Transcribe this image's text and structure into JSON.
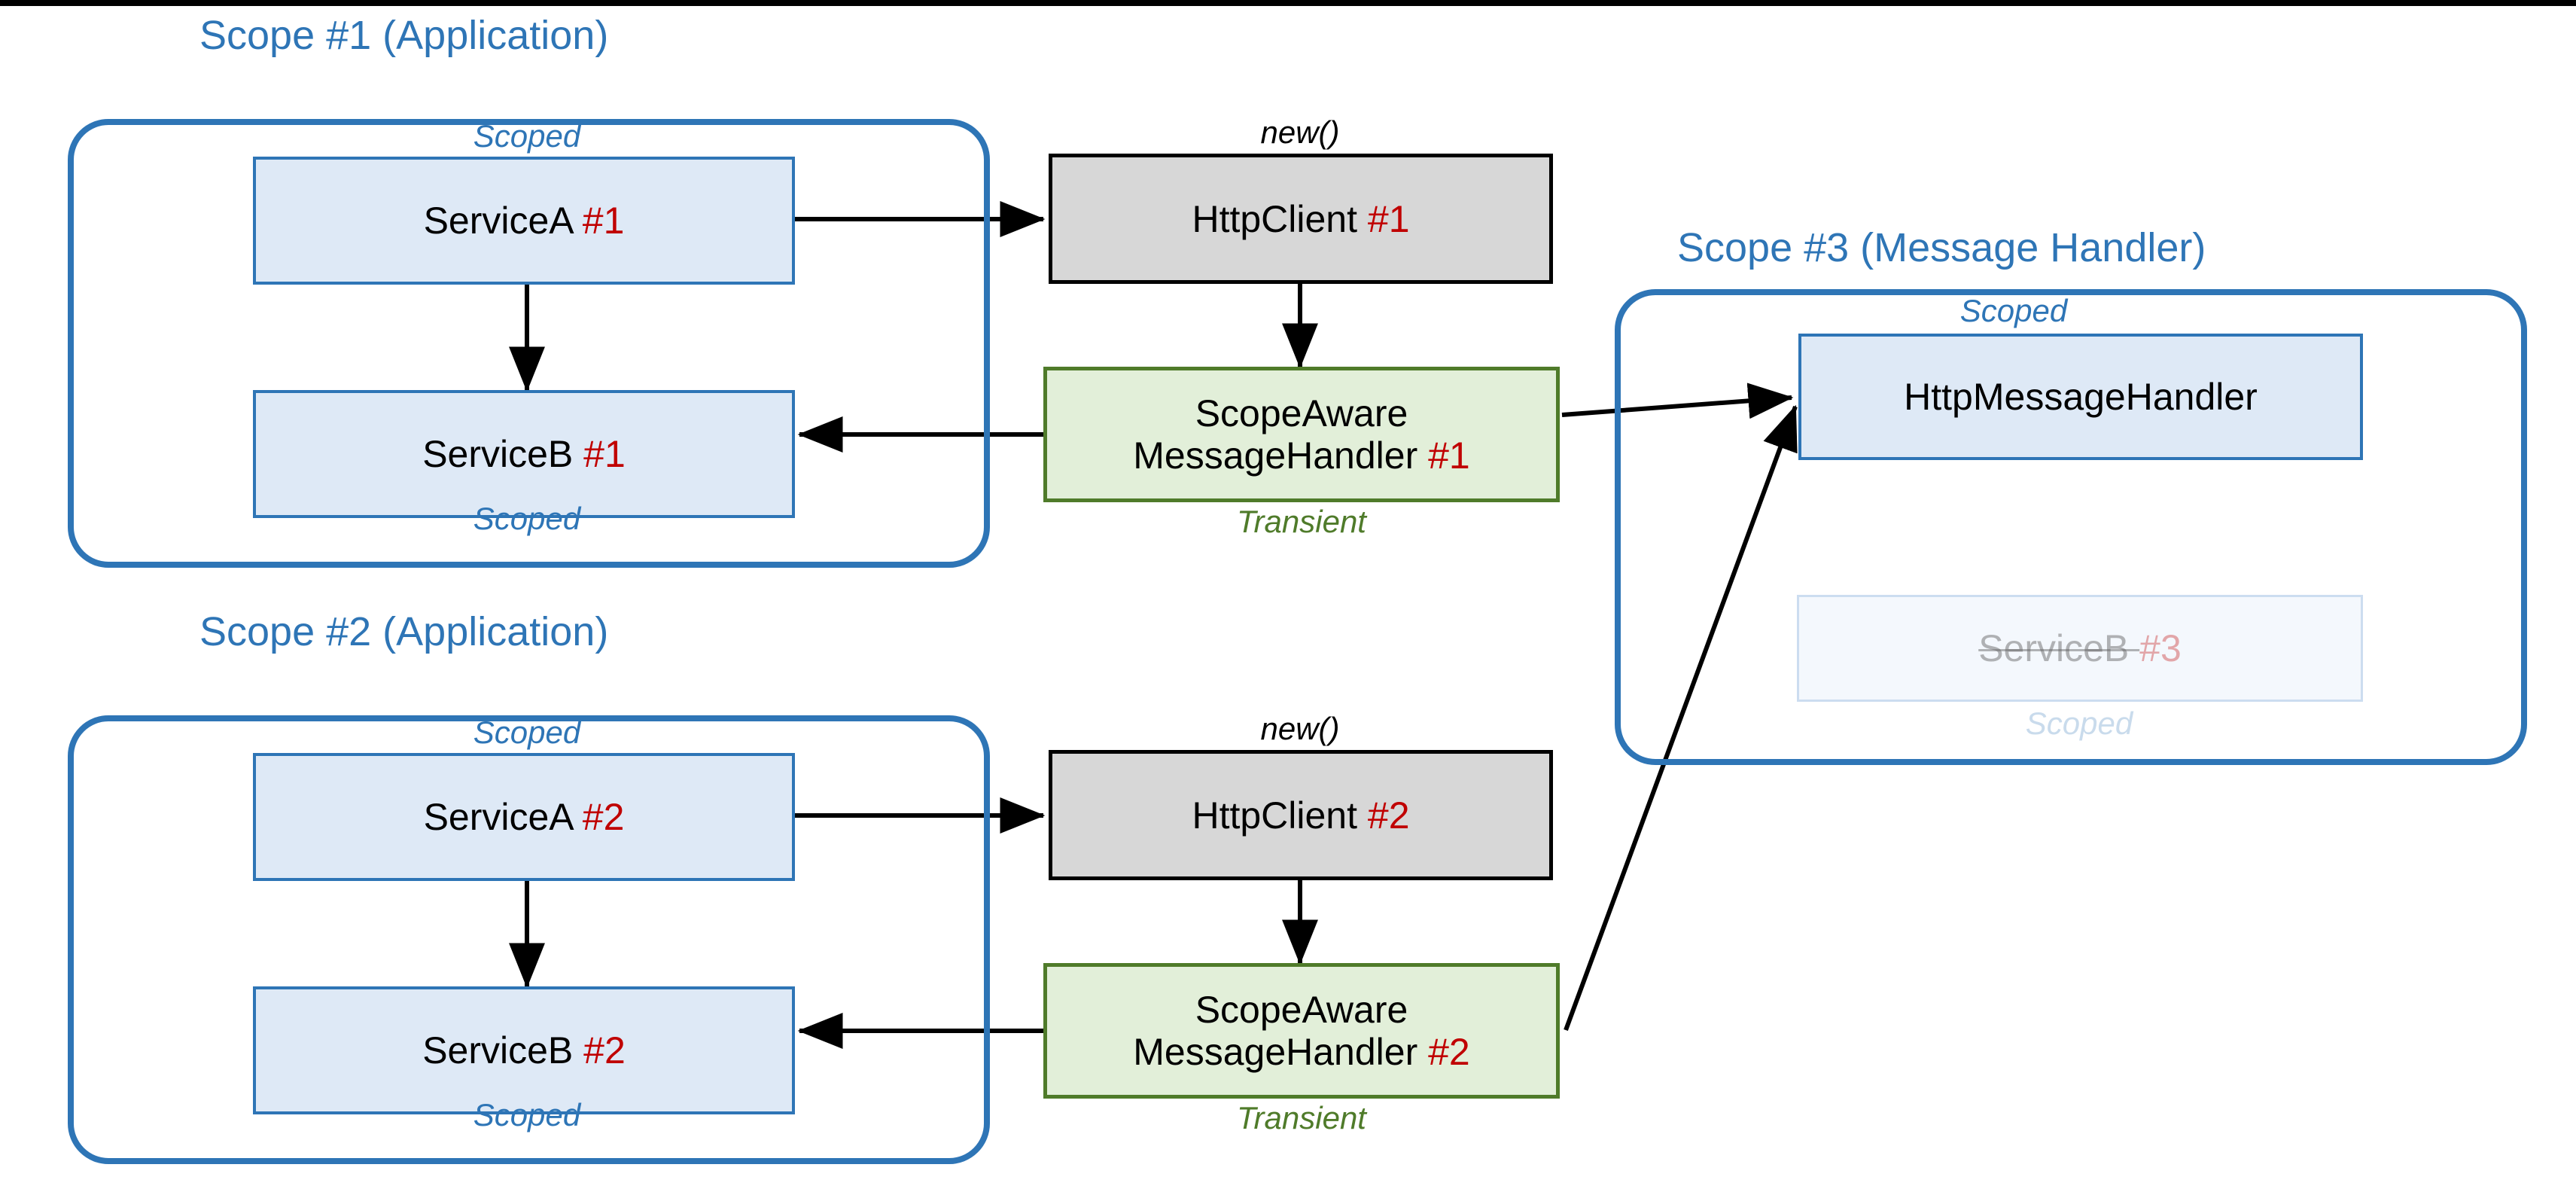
{
  "diagram": {
    "title_scope1": "Scope #1 (Application)",
    "title_scope2": "Scope #2 (Application)",
    "title_scope3": "Scope #3 (Message Handler)"
  },
  "lifetimes": {
    "scoped": "Scoped",
    "transient": "Transient",
    "new": "new()"
  },
  "nodes": {
    "serviceA1": {
      "label": "ServiceA ",
      "num": "#1",
      "lifetime_top": "Scoped"
    },
    "serviceB1": {
      "label": "ServiceB ",
      "num": "#1",
      "lifetime_bottom": "Scoped"
    },
    "httpClient1": {
      "label": "HttpClient ",
      "num": "#1",
      "lifetime_top": "new()"
    },
    "handler1": {
      "line1": "ScopeAware",
      "line2": "MessageHandler ",
      "num": "#1",
      "lifetime_bottom": "Transient"
    },
    "serviceA2": {
      "label": "ServiceA ",
      "num": "#2",
      "lifetime_top": "Scoped"
    },
    "serviceB2": {
      "label": "ServiceB ",
      "num": "#2",
      "lifetime_bottom": "Scoped"
    },
    "httpClient2": {
      "label": "HttpClient ",
      "num": "#2",
      "lifetime_top": "new()"
    },
    "handler2": {
      "line1": "ScopeAware",
      "line2": "MessageHandler ",
      "num": "#2",
      "lifetime_bottom": "Transient"
    },
    "httpMessageHandler": {
      "label": "HttpMessageHandler",
      "num": "",
      "lifetime_top": "Scoped"
    },
    "serviceB3": {
      "label": "ServiceB ",
      "num": "#3",
      "lifetime_bottom": "Scoped"
    }
  },
  "colors": {
    "scope_blue": "#2E75B6",
    "node_blue_fill": "#DEE9F6",
    "node_gray_fill": "#D7D7D7",
    "node_green_fill": "#E2EFD9",
    "node_green_border": "#4F7B2A",
    "accent_red": "#C00000",
    "arrow_black": "#000000"
  }
}
